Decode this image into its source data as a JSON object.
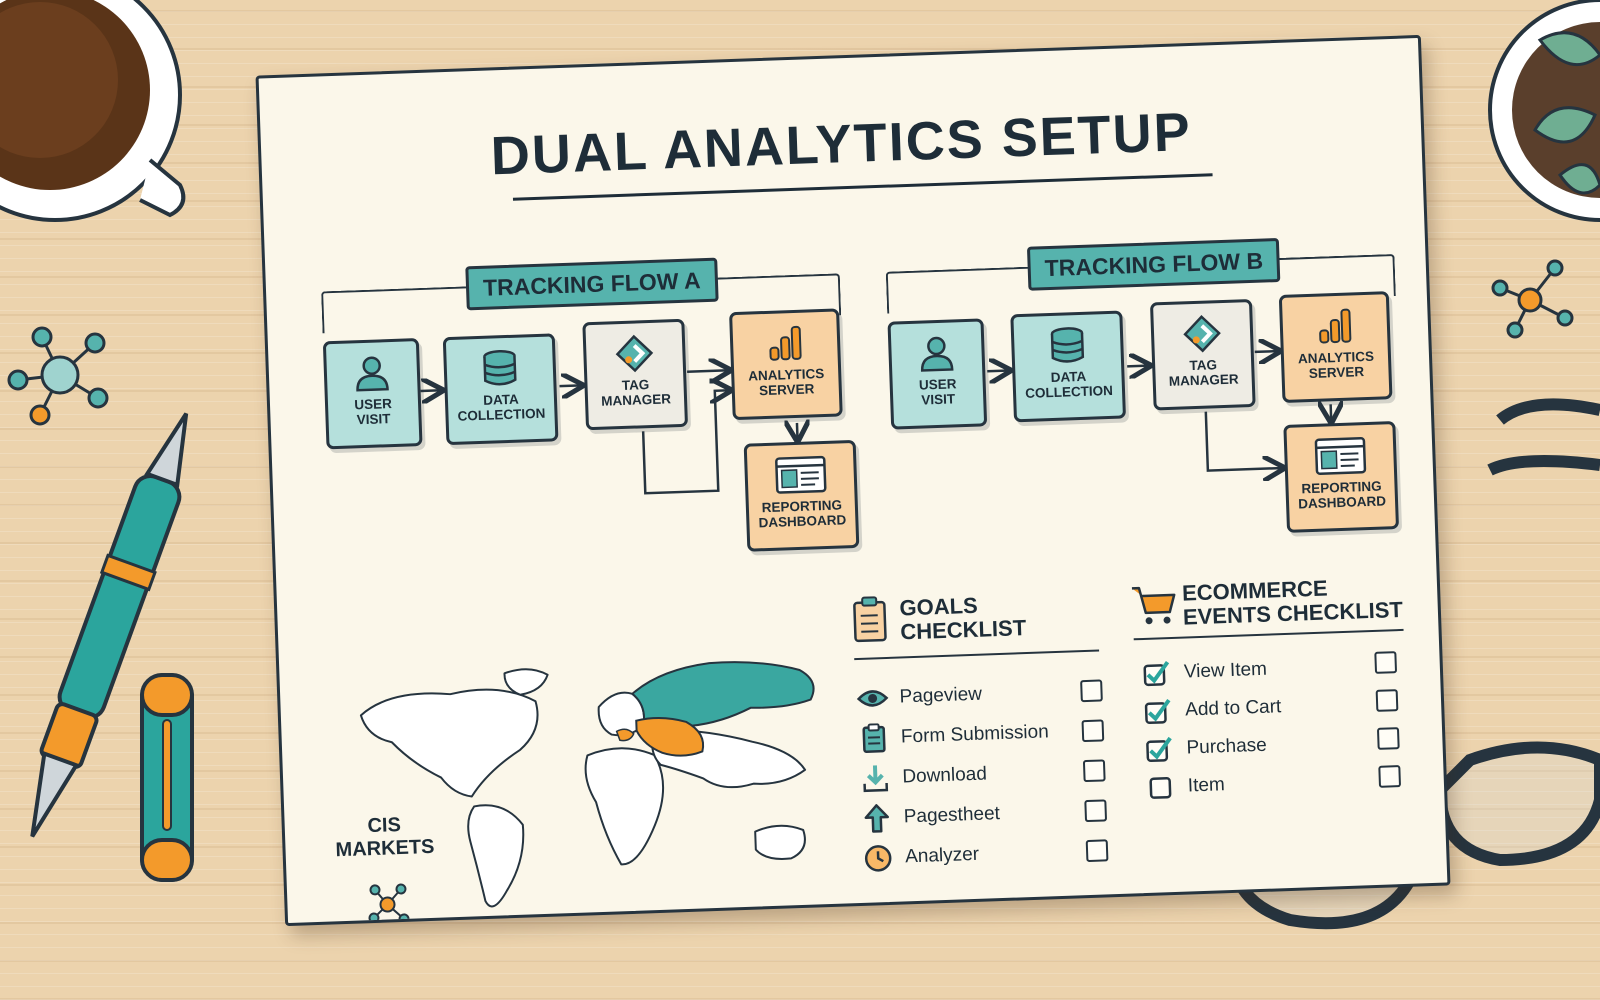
{
  "title": "DUAL ANALYTICS SETUP",
  "flows": [
    {
      "label": "TRACKING FLOW A",
      "nodes": [
        "USER\nVISIT",
        "DATA\nCOLLECTION",
        "TAG\nMANAGER",
        "ANALYTICS\nSERVER",
        "REPORTING\nDASHBOARD"
      ]
    },
    {
      "label": "TRACKING FLOW B",
      "nodes": [
        "USER\nVISIT",
        "DATA\nCOLLECTION",
        "TAG\nMANAGER",
        "ANALYTICS\nSERVER",
        "REPORTING\nDASHBOARD"
      ]
    }
  ],
  "goals": {
    "heading": "GOALS\nCHECKLIST",
    "items": [
      {
        "label": "Pageview",
        "icon": "eye-icon",
        "checked": false
      },
      {
        "label": "Form Submission",
        "icon": "clipboard-icon",
        "checked": false
      },
      {
        "label": "Download",
        "icon": "download-icon",
        "checked": false
      },
      {
        "label": "Pagestheet",
        "icon": "upload-icon",
        "checked": false
      },
      {
        "label": "Analyzer",
        "icon": "clock-icon",
        "checked": false
      }
    ]
  },
  "ecommerce": {
    "heading": "ECOMMERCE\nEVENTS CHECKLIST",
    "items": [
      {
        "label": "View Item",
        "checked": true
      },
      {
        "label": "Add to Cart",
        "checked": true
      },
      {
        "label": "Purchase",
        "checked": true
      },
      {
        "label": "Item",
        "checked": false
      }
    ]
  },
  "map": {
    "label": "CIS\nMARKETS"
  },
  "colors": {
    "teal": "#56b3ad",
    "teal_light": "#b5e0dc",
    "orange": "#f39a2b",
    "orange_light": "#f8d2a3",
    "ink": "#26343f",
    "paper": "#fbf7ea"
  }
}
